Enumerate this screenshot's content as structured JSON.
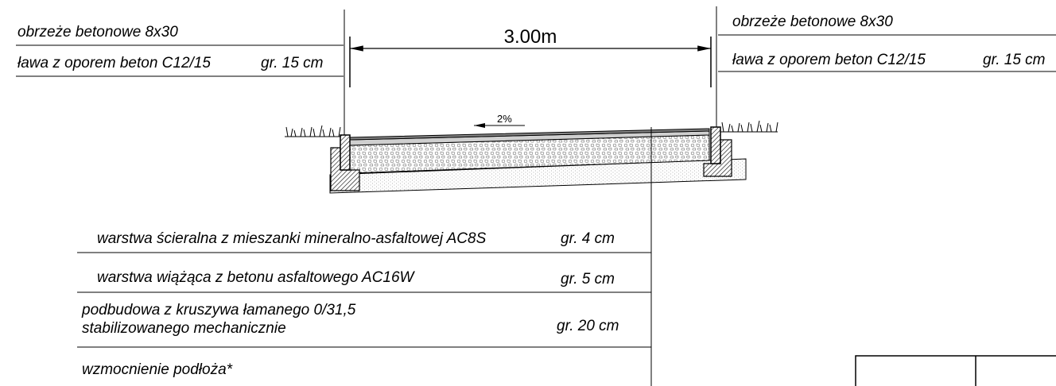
{
  "left_labels": {
    "curb": "obrzeże betonowe 8x30",
    "bench": "ława z oporem beton C12/15",
    "bench_thickness": "gr. 15 cm"
  },
  "right_labels": {
    "curb": "obrzeże betonowe 8x30",
    "bench": "ława z oporem beton C12/15",
    "bench_thickness": "gr. 15 cm"
  },
  "dimension": {
    "width": "3.00m"
  },
  "slope": {
    "value": "2%"
  },
  "layers": [
    {
      "name": "warstwa ścieralna z mieszanki mineralno-asfaltowej AC8S",
      "thickness": "gr.  4 cm"
    },
    {
      "name": "warstwa wiążąca z betonu asfaltowego AC16W",
      "thickness": "gr.  5 cm"
    },
    {
      "name_line1": "podbudowa z kruszywa łamanego 0/31,5",
      "name_line2": "stabilizowanego mechanicznie",
      "thickness": "gr. 20 cm"
    },
    {
      "name": "wzmocnienie podłoża*"
    }
  ]
}
